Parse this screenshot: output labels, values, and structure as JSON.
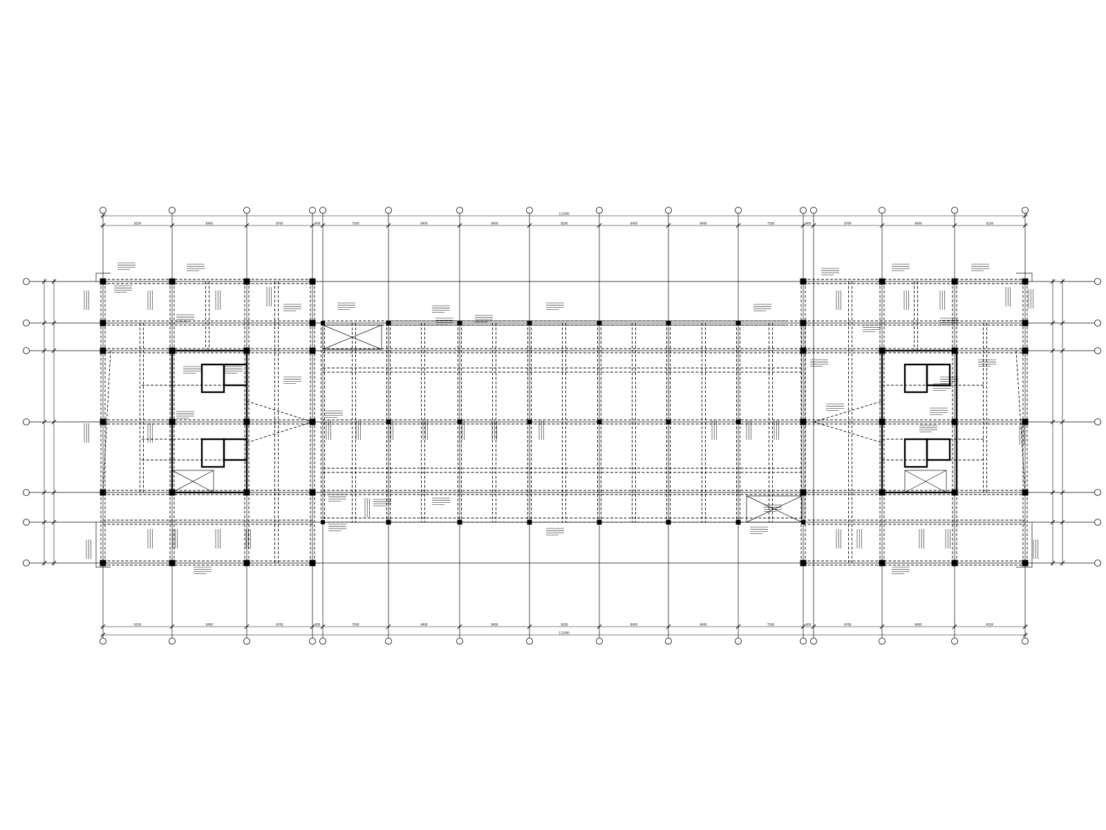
{
  "drawing": {
    "type": "structural beam layout plan",
    "line_color": "#000000",
    "background_color": "#ffffff"
  },
  "dimensions": {
    "top": [
      "8100",
      "8400",
      "8700",
      "900",
      "7500",
      "8400",
      "8400",
      "8200",
      "8400",
      "8400",
      "7500",
      "900",
      "8700",
      "8400",
      "8100"
    ],
    "total": "111000"
  }
}
